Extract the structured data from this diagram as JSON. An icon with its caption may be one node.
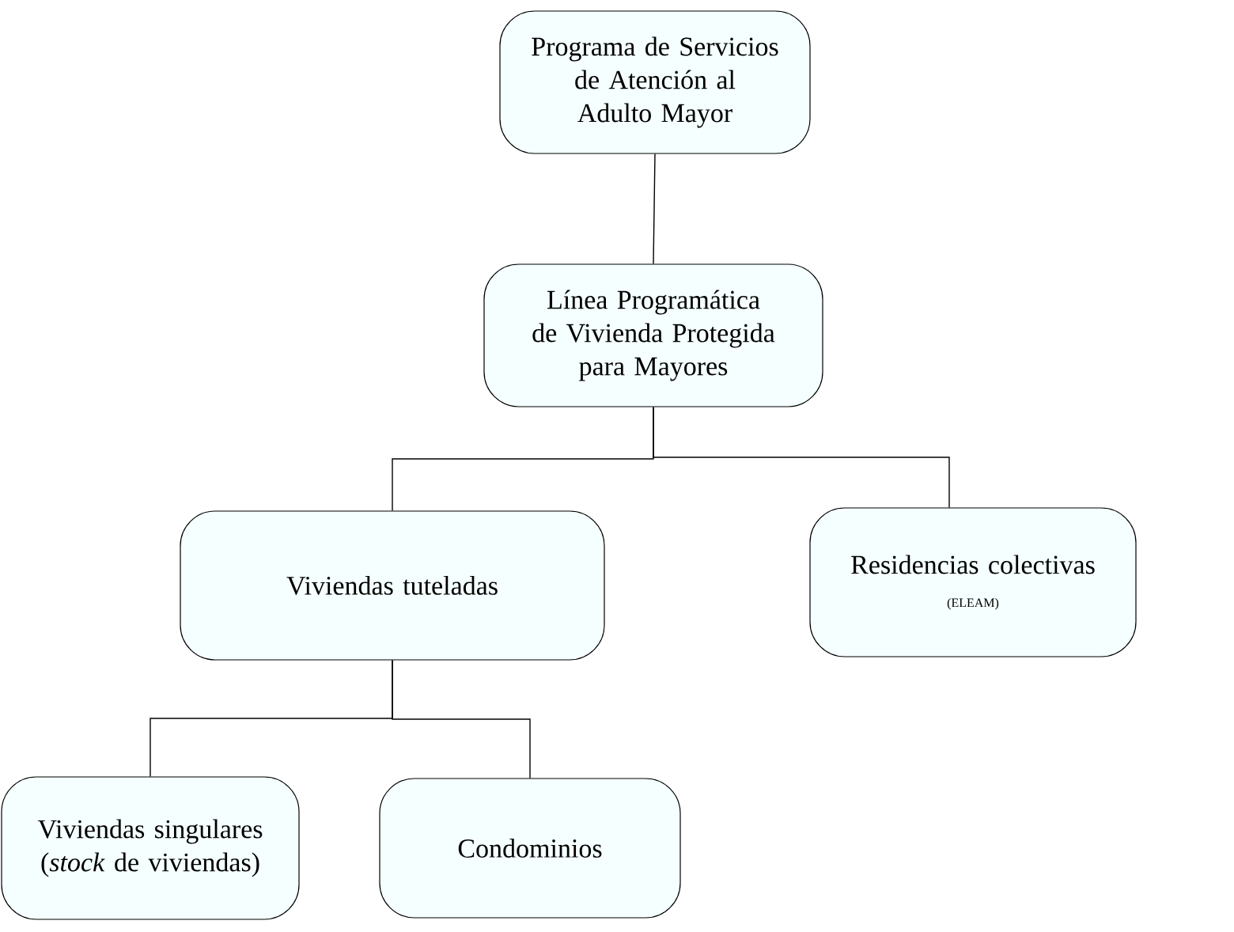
{
  "diagram": {
    "nodes": [
      {
        "text": [
          "Programa de Servicios de Atención al Adulto Mayor"
        ]
      },
      {
        "text": [
          "Línea Programática de Vivienda Protegida para Mayores"
        ]
      },
      {
        "text": [
          "Viviendas tuteladas"
        ]
      },
      {
        "text": [
          "Residencias colectivas",
          "(ELEAM)"
        ]
      },
      {
        "text": [
          "Viviendas singulares (*stock* de viviendas)"
        ]
      },
      {
        "text": [
          "Condominios"
        ]
      }
    ],
    "edges": [
      {
        "from": 0,
        "to": 1,
        "arrow": "none"
      },
      {
        "from": 1,
        "to": 2,
        "arrow": "none"
      },
      {
        "from": 1,
        "to": 3,
        "arrow": "none"
      },
      {
        "from": 2,
        "to": 4,
        "arrow": "none"
      },
      {
        "from": 2,
        "to": 5,
        "arrow": "none"
      }
    ]
  }
}
